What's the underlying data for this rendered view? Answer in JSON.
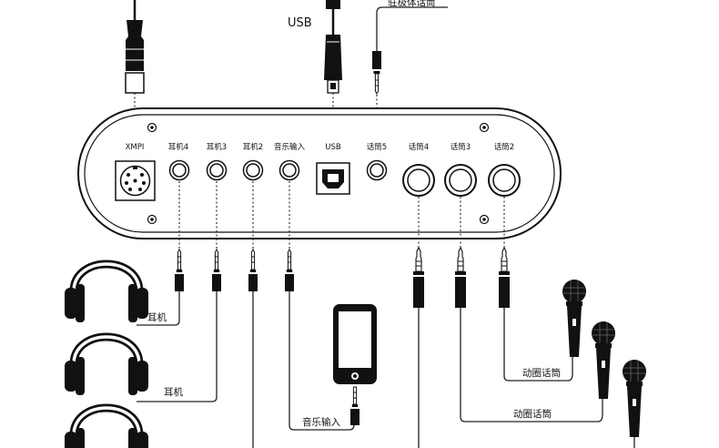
{
  "top_labels": {
    "usb": "USB",
    "top_right": "驻极体话筒"
  },
  "ports": [
    {
      "id": "xmpi",
      "label": "XMPI"
    },
    {
      "id": "ear4",
      "label": "耳机4"
    },
    {
      "id": "ear3",
      "label": "耳机3"
    },
    {
      "id": "ear2",
      "label": "耳机2"
    },
    {
      "id": "music",
      "label": "音乐输入"
    },
    {
      "id": "usb",
      "label": "USB"
    },
    {
      "id": "mic5",
      "label": "话筒5"
    },
    {
      "id": "mic4",
      "label": "话筒4"
    },
    {
      "id": "mic3",
      "label": "话筒3"
    },
    {
      "id": "mic2",
      "label": "话筒2"
    }
  ],
  "callouts": {
    "headphone1": "耳机",
    "headphone2": "耳机",
    "music_input": "音乐输入",
    "dynamic_mic1": "动圈话筒",
    "dynamic_mic2": "动圈话筒"
  },
  "colors": {
    "line": "#111111",
    "fill_dark": "#111111",
    "background": "#ffffff"
  },
  "icons": [
    "headphones-icon",
    "smartphone-icon",
    "microphone-icon",
    "trs-jack-icon",
    "xlr-plug-icon",
    "usb-b-plug-icon"
  ]
}
